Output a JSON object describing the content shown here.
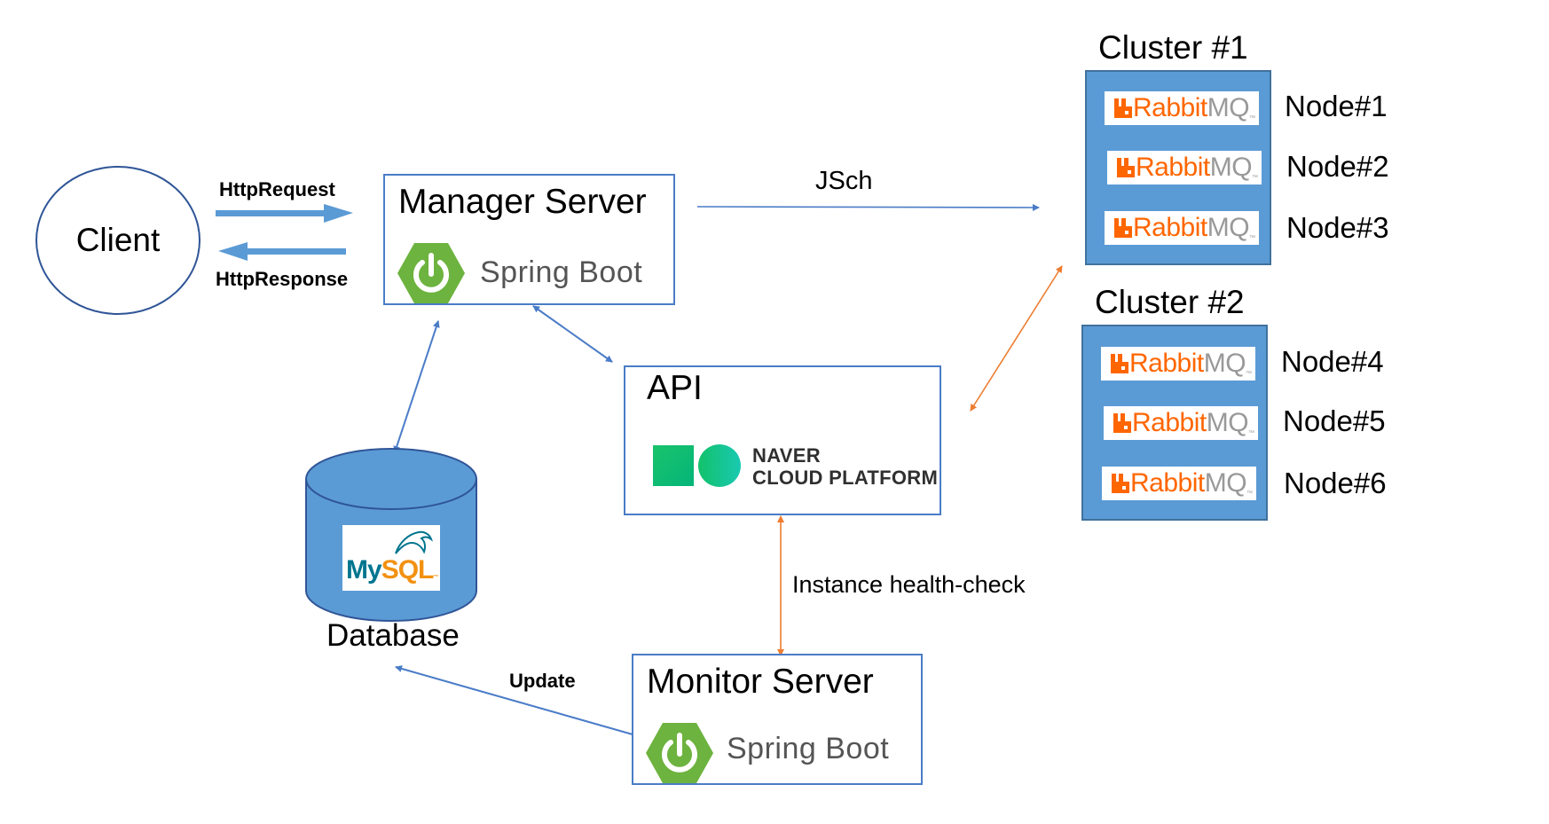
{
  "client": {
    "label": "Client"
  },
  "edges": {
    "http_request": "HttpRequest",
    "http_response": "HttpResponse",
    "jsch": "JSch",
    "health_check": "Instance health-check",
    "update": "Update"
  },
  "manager": {
    "title": "Manager Server",
    "framework": "Spring Boot"
  },
  "monitor": {
    "title": "Monitor Server",
    "framework": "Spring Boot"
  },
  "api": {
    "title": "API",
    "logo_line1": "NAVER",
    "logo_line2": "CLOUD PLATFORM"
  },
  "database": {
    "label": "Database",
    "logo_my": "My",
    "logo_sql": "SQL",
    "logo_tm": "™"
  },
  "rabbitmq": {
    "word_rabbit": "Rabbit",
    "word_mq": "MQ",
    "tm": "™"
  },
  "clusters": [
    {
      "title": "Cluster #1",
      "nodes": [
        "Node#1",
        "Node#2",
        "Node#3"
      ]
    },
    {
      "title": "Cluster #2",
      "nodes": [
        "Node#4",
        "Node#5",
        "Node#6"
      ]
    }
  ],
  "colors": {
    "blue_arrow": "#5b9bd5",
    "orange_arrow": "#ed7d31",
    "cluster_fill": "#5b9bd5",
    "spring_green": "#6db33f",
    "rabbit_orange": "#ff6600"
  }
}
